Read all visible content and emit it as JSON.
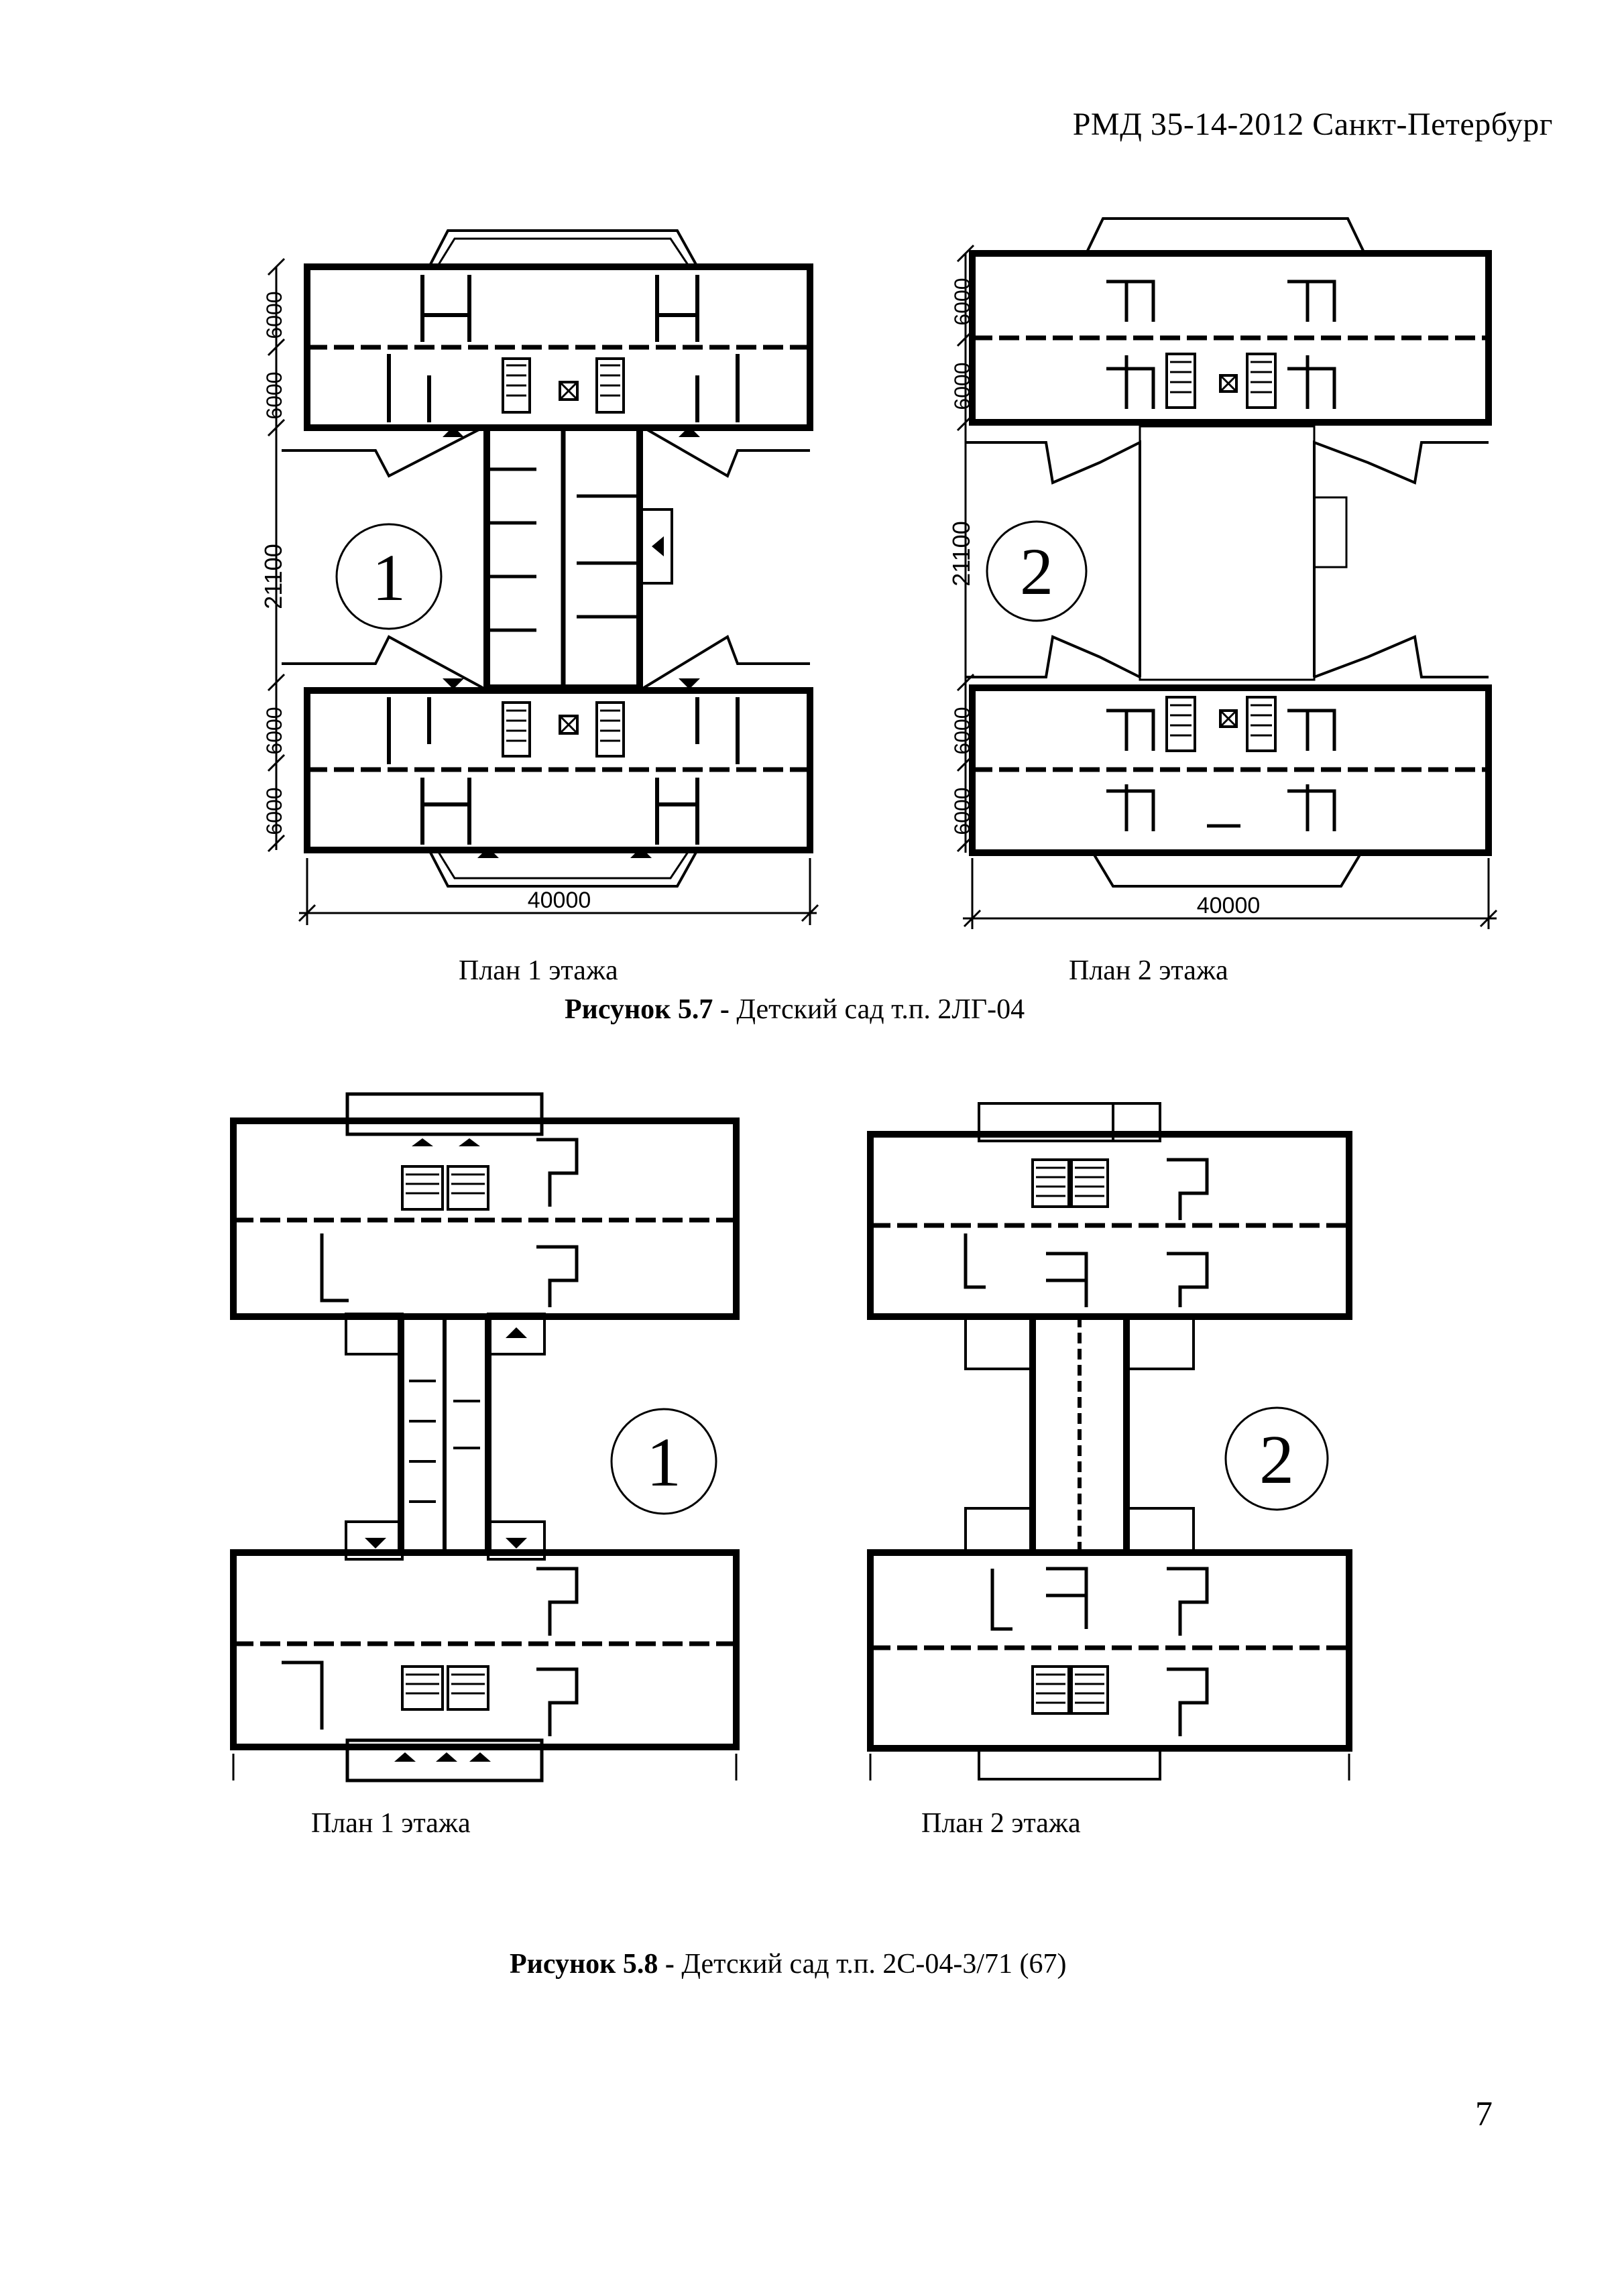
{
  "header": {
    "doc_ref": "РМД 35-14-2012 Санкт-Петербург"
  },
  "figure_5_7": {
    "plan1": {
      "dim_top_1": "6000",
      "dim_top_2": "6000",
      "dim_mid": "21100",
      "dim_bot_1": "6000",
      "dim_bot_2": "6000",
      "dim_width": "40000",
      "badge": "1",
      "caption": "План 1 этажа"
    },
    "plan2": {
      "dim_top_1": "6000",
      "dim_top_2": "6000",
      "dim_mid": "21100",
      "dim_bot_1": "6000",
      "dim_bot_2": "6000",
      "dim_width": "40000",
      "badge": "2",
      "caption": "План 2 этажа"
    },
    "caption_label": "Рисунок 5.7 -",
    "caption_text": " Детский сад  т.п. 2ЛГ-04"
  },
  "figure_5_8": {
    "plan1": {
      "badge": "1",
      "caption": "План 1 этажа"
    },
    "plan2": {
      "badge": "2",
      "caption": "План 2 этажа"
    },
    "caption_label": "Рисунок 5.8 -",
    "caption_text": " Детский сад  т.п. 2С-04-3/71 (67)"
  },
  "footer": {
    "page_number": "7"
  }
}
